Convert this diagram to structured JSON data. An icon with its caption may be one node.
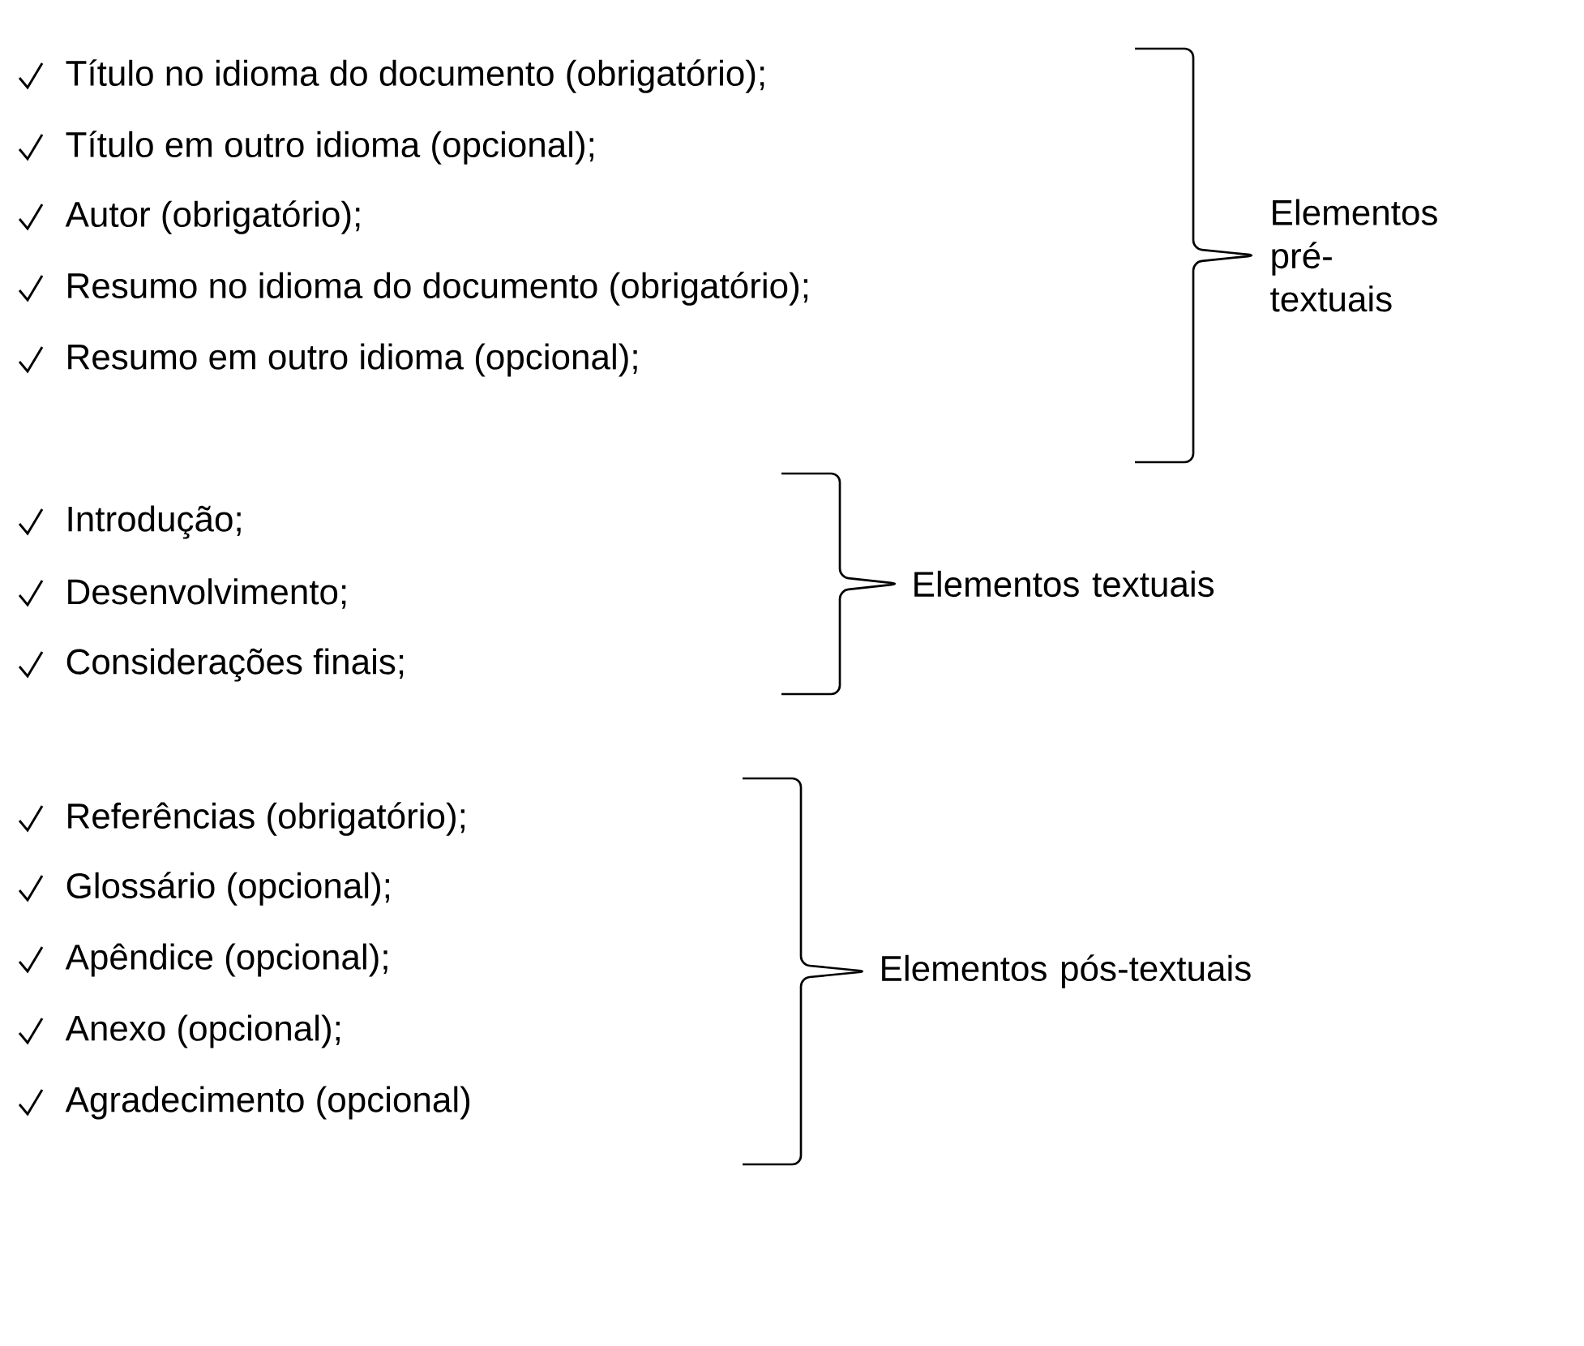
{
  "diagram": {
    "labels": [
      "Título no idioma do documento (obrigatório);",
      "Título em outro idioma (opcional);",
      "Autor (obrigatório);",
      "Resumo no idioma do documento (obrigatório);",
      "Resumo em outro idioma (opcional);",
      "Elementos pré-textuais",
      "Introdução;",
      "Desenvolvimento;",
      "Considerações finais;",
      "Elementos textuais",
      "Referências (obrigatório);",
      "Glossário (opcional);",
      "Apêndice (opcional);",
      "Anexo (opcional);",
      "Agradecimento (opcional)",
      "Elementos pós-textuais"
    ]
  }
}
